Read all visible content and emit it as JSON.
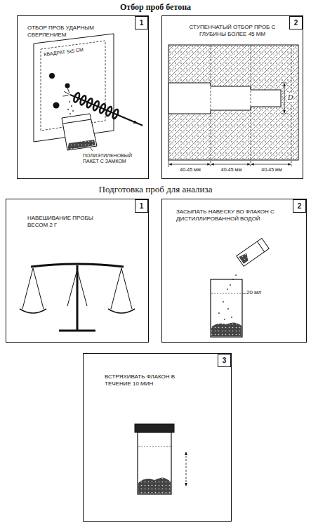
{
  "diagram": {
    "title": "Отбор проб бетона",
    "nodes": [
      {
        "text": [
          "ОТБОР ПРОБ УДАРНЫМ СВЕРЛЕНИЕМ"
        ]
      },
      {
        "text": [
          "1"
        ],
        "in": 0
      },
      {
        "text": [
          "СТУПЕНЧАТЫЙ ОТБОР ПРОБ С ГЛУБИНЫ БОЛЕЕ 45 ММ"
        ]
      },
      {
        "text": [
          "2"
        ],
        "in": 2
      },
      {
        "text": [
          "НАВЕШИВАНИЕ ПРОБЫ ВЕСОМ 2 Г"
        ]
      },
      {
        "text": [
          "1"
        ],
        "in": 4
      },
      {
        "text": [
          "ЗАСЫПАТЬ НАВЕСКУ ВО ФЛАКОН С ДИСТИЛЛИРОВАННОЙ ВОДОЙ"
        ]
      },
      {
        "text": [
          "2"
        ],
        "in": 6
      },
      {
        "text": [
          "ВСТРЯХИВАТЬ ФЛАКОН В ТЕЧЕНИЕ 10 МИН"
        ]
      },
      {
        "text": [
          "3"
        ],
        "in": 8
      }
    ],
    "labels": [
      "КВАДРАТ 5х5 СМ",
      "ПОЛИЭТИЛЕНОВЫЙ ПАКЕТ С ЗАМКОМ",
      "D",
      "40-45 мм",
      "40-45 мм",
      "40-45 мм",
      "Подготовка проб для анализа",
      "20 мл"
    ]
  }
}
